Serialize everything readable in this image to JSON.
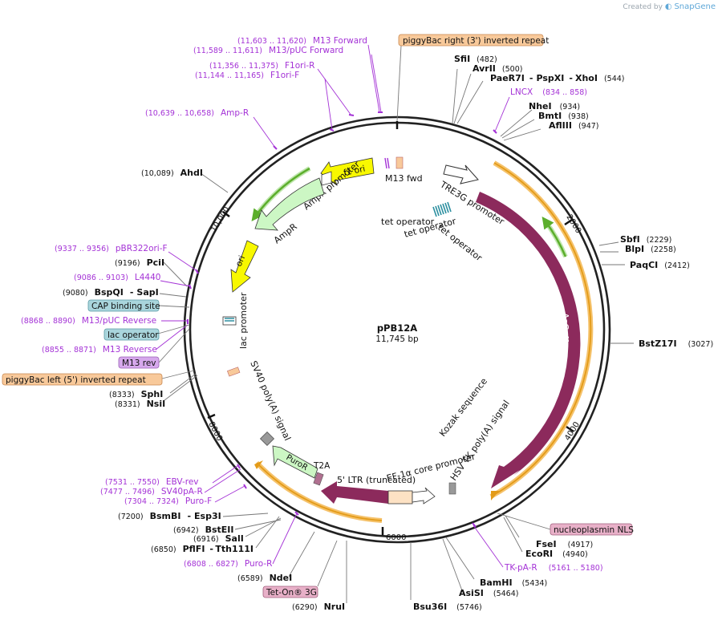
{
  "credit": {
    "prefix": "Created by",
    "brand": "SnapGene"
  },
  "plasmid": {
    "name": "pPB12A",
    "size": "11,745 bp"
  },
  "ruler": [
    "2000",
    "4000",
    "6000",
    "8000",
    "10,000"
  ],
  "features": {
    "f1_ori": "f1 ori",
    "ori": "ori",
    "m13fwd": "M13 fwd",
    "tre3g": "TRE3G promoter",
    "tetop1": "tet operator",
    "tetop2": "tet operator",
    "tetop3": "tet operator",
    "ampr_promoter": "AmpR promoter",
    "ampr": "AmpR",
    "lac_promoter": "lac promoter",
    "sv40": "SV40 poly(A) signal",
    "puror": "PuroR",
    "t2a": "T2A",
    "ltr": "5' LTR (truncated)",
    "ef1a": "EF-1α core promoter",
    "hsvtk": "HSV TK poly(A) signal",
    "kozak": "Kozak sequence",
    "ascpf1": "AsCpf1"
  },
  "boxed": {
    "pb_right": "piggyBac right (3') inverted repeat",
    "pb_left": "piggyBac left (5') inverted repeat",
    "cap": "CAP binding site",
    "lacop": "lac operator",
    "m13rev": "M13 rev",
    "tet_on": "Tet-On® 3G",
    "nls": "nucleoplasmin NLS"
  },
  "enzymes": {
    "sfii": {
      "name": "SfiI",
      "pos": "(482)"
    },
    "avrii": {
      "name": "AvrII",
      "pos": "(500)"
    },
    "paer7i": {
      "name": "PaeR7I",
      "sep1": "-",
      "name2": "PspXI",
      "sep2": "-",
      "name3": "XhoI",
      "pos": "(544)"
    },
    "nhei": {
      "name": "NheI",
      "pos": "(934)"
    },
    "bmti": {
      "name": "BmtI",
      "pos": "(938)"
    },
    "aflIII": {
      "name": "AflIII",
      "pos": "(947)"
    },
    "sbfi": {
      "name": "SbfI",
      "pos": "(2229)"
    },
    "blpi": {
      "name": "BlpI",
      "pos": "(2258)"
    },
    "paqci": {
      "name": "PaqCI",
      "pos": "(2412)"
    },
    "bstz17i": {
      "name": "BstZ17I",
      "pos": "(3027)"
    },
    "fsei": {
      "name": "FseI",
      "pos": "(4917)"
    },
    "ecori": {
      "name": "EcoRI",
      "pos": "(4940)"
    },
    "bamhi": {
      "name": "BamHI",
      "pos": "(5434)"
    },
    "asisi": {
      "name": "AsiSI",
      "pos": "(5464)"
    },
    "bsu36i": {
      "name": "Bsu36I",
      "pos": "(5746)"
    },
    "nrui": {
      "name": "NruI",
      "pos": "(6290)"
    },
    "ndei": {
      "name": "NdeI",
      "pos": "(6589)"
    },
    "pflfi": {
      "name": "PflFI",
      "sep": "-",
      "name2": "Tth111I",
      "pos": "(6850)"
    },
    "sali": {
      "name": "SalI",
      "pos": "(6916)"
    },
    "bsteii": {
      "name": "BstEII",
      "pos": "(6942)"
    },
    "bsmbi": {
      "name": "BsmBI",
      "sep": "-",
      "name2": "Esp3I",
      "pos": "(7200)"
    },
    "nsii": {
      "name": "NsiI",
      "pos": "(8331)"
    },
    "sphi": {
      "name": "SphI",
      "pos": "(8333)"
    },
    "bspqi": {
      "name": "BspQI",
      "sep": "-",
      "name2": "SapI",
      "pos": "(9080)"
    },
    "pcii": {
      "name": "PciI",
      "pos": "(9196)"
    },
    "ahdi": {
      "name": "AhdI",
      "pos": "(10,089)"
    }
  },
  "primers": {
    "m13f": {
      "name": "M13 Forward",
      "pos": "(11,603 .. 11,620)"
    },
    "m13puc_f": {
      "name": "M13/pUC Forward",
      "pos": "(11,589 .. 11,611)"
    },
    "f1ori_r": {
      "name": "F1ori-R",
      "pos": "(11,356 .. 11,375)"
    },
    "f1ori_f": {
      "name": "F1ori-F",
      "pos": "(11,144 .. 11,165)"
    },
    "amp_r": {
      "name": "Amp-R",
      "pos": "(10,639 .. 10,658)"
    },
    "lncx": {
      "name": "LNCX",
      "pos": "(834 .. 858)"
    },
    "pbr322": {
      "name": "pBR322ori-F",
      "pos": "(9337 .. 9356)"
    },
    "l4440": {
      "name": "L4440",
      "pos": "(9086 .. 9103)"
    },
    "m13puc_r": {
      "name": "M13/pUC Reverse",
      "pos": "(8868 .. 8890)"
    },
    "m13r": {
      "name": "M13 Reverse",
      "pos": "(8855 .. 8871)"
    },
    "ebv_rev": {
      "name": "EBV-rev",
      "pos": "(7531 .. 7550)"
    },
    "sv40pa_r": {
      "name": "SV40pA-R",
      "pos": "(7477 .. 7496)"
    },
    "puro_f": {
      "name": "Puro-F",
      "pos": "(7304 .. 7324)"
    },
    "puro_r": {
      "name": "Puro-R",
      "pos": "(6808 .. 6827)"
    },
    "tk_pa_r": {
      "name": "TK-pA-R",
      "pos": "(5161 .. 5180)"
    }
  },
  "colors": {
    "backbone": "#222222",
    "ascpf1": "#8c2a5c",
    "orange": "#f5a623",
    "yellow": "#f8f800",
    "green_light": "#ccf7c4",
    "primer": "#a432d6",
    "pb_box": "#f8c99a",
    "cap_box": "#a9d5dc",
    "nls_box": "#e8b0c8",
    "m13rev_box": "#d6a8ec"
  }
}
